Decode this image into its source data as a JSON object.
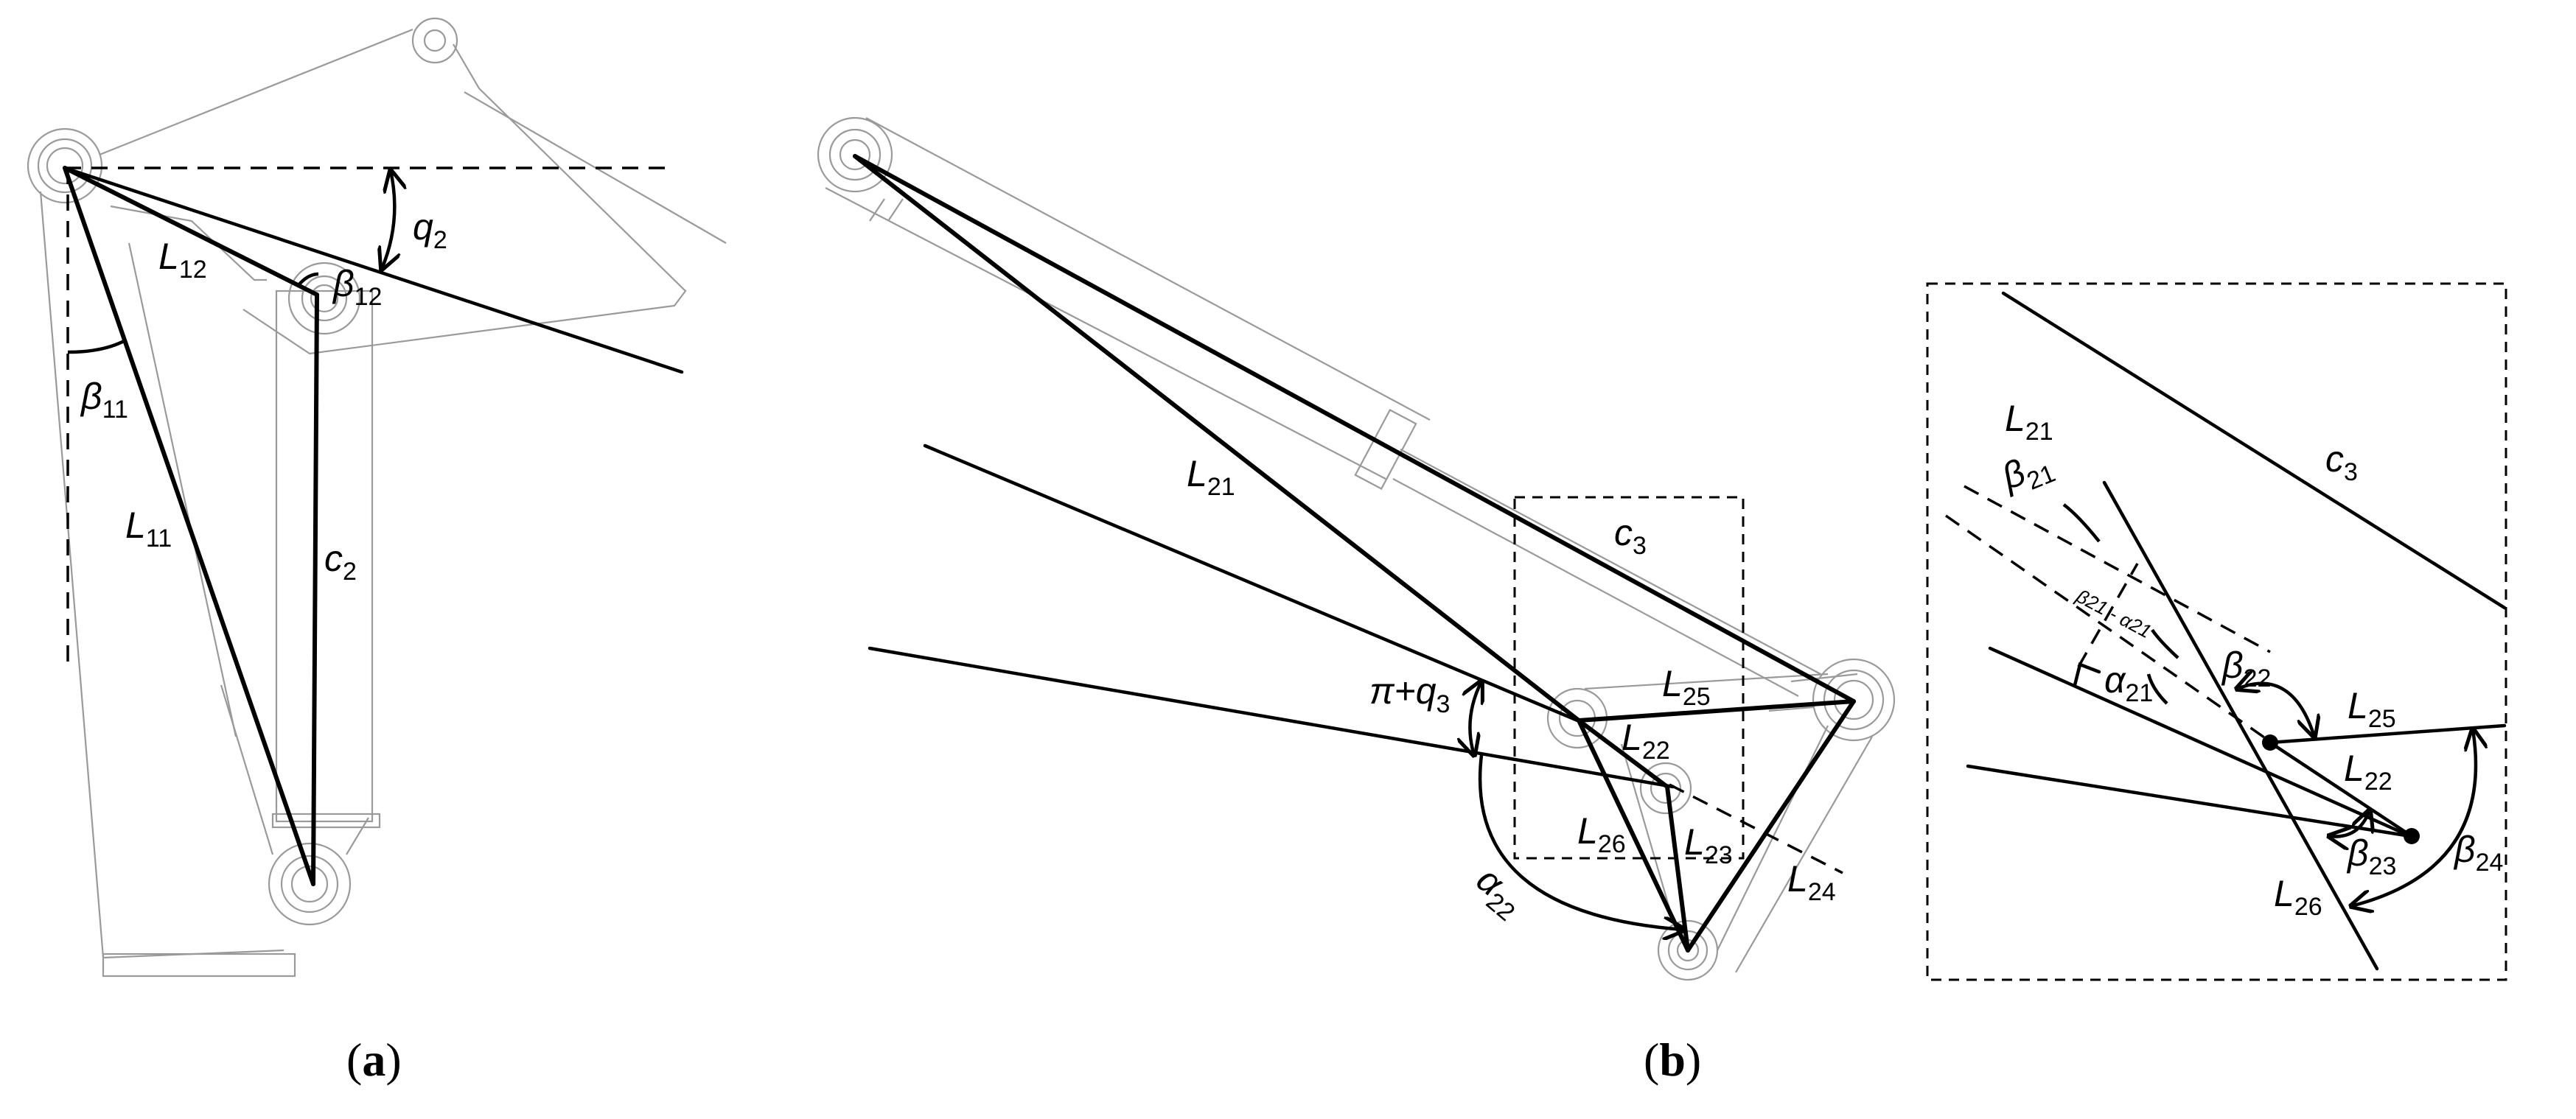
{
  "panels": {
    "a": {
      "caption_open": "(",
      "caption_letter": "a",
      "caption_close": ")"
    },
    "b": {
      "caption_open": "(",
      "caption_letter": "b",
      "caption_close": ")"
    }
  },
  "labels": {
    "q2": {
      "base": "q",
      "sub": "2"
    },
    "L12": {
      "base": "L",
      "sub": "12"
    },
    "beta12": {
      "base": "β",
      "sub": "12"
    },
    "beta11": {
      "base": "β",
      "sub": "11"
    },
    "L11": {
      "base": "L",
      "sub": "11"
    },
    "c2": {
      "base": "c",
      "sub": "2"
    },
    "L21": {
      "base": "L",
      "sub": "21"
    },
    "c3": {
      "base": "c",
      "sub": "3"
    },
    "L25": {
      "base": "L",
      "sub": "25"
    },
    "pi_q3": {
      "base": "π+q",
      "sub": "3"
    },
    "L22": {
      "base": "L",
      "sub": "22"
    },
    "L26": {
      "base": "L",
      "sub": "26"
    },
    "L23": {
      "base": "L",
      "sub": "23"
    },
    "L24": {
      "base": "L",
      "sub": "24"
    },
    "alpha22": {
      "base": "α",
      "sub": "22"
    },
    "inset_L21": {
      "base": "L",
      "sub": "21"
    },
    "inset_c3": {
      "base": "c",
      "sub": "3"
    },
    "inset_beta21": {
      "base": "β",
      "sub": "21"
    },
    "inset_beta21_minus_alpha21": {
      "text": "β21 - α21"
    },
    "inset_beta22": {
      "base": "β",
      "sub": "22"
    },
    "inset_L25": {
      "base": "L",
      "sub": "25"
    },
    "inset_alpha21": {
      "base": "α",
      "sub": "21"
    },
    "inset_L22": {
      "base": "L",
      "sub": "22"
    },
    "inset_beta23": {
      "base": "β",
      "sub": "23"
    },
    "inset_beta24": {
      "base": "β",
      "sub": "24"
    },
    "inset_L26": {
      "base": "L",
      "sub": "26"
    }
  }
}
